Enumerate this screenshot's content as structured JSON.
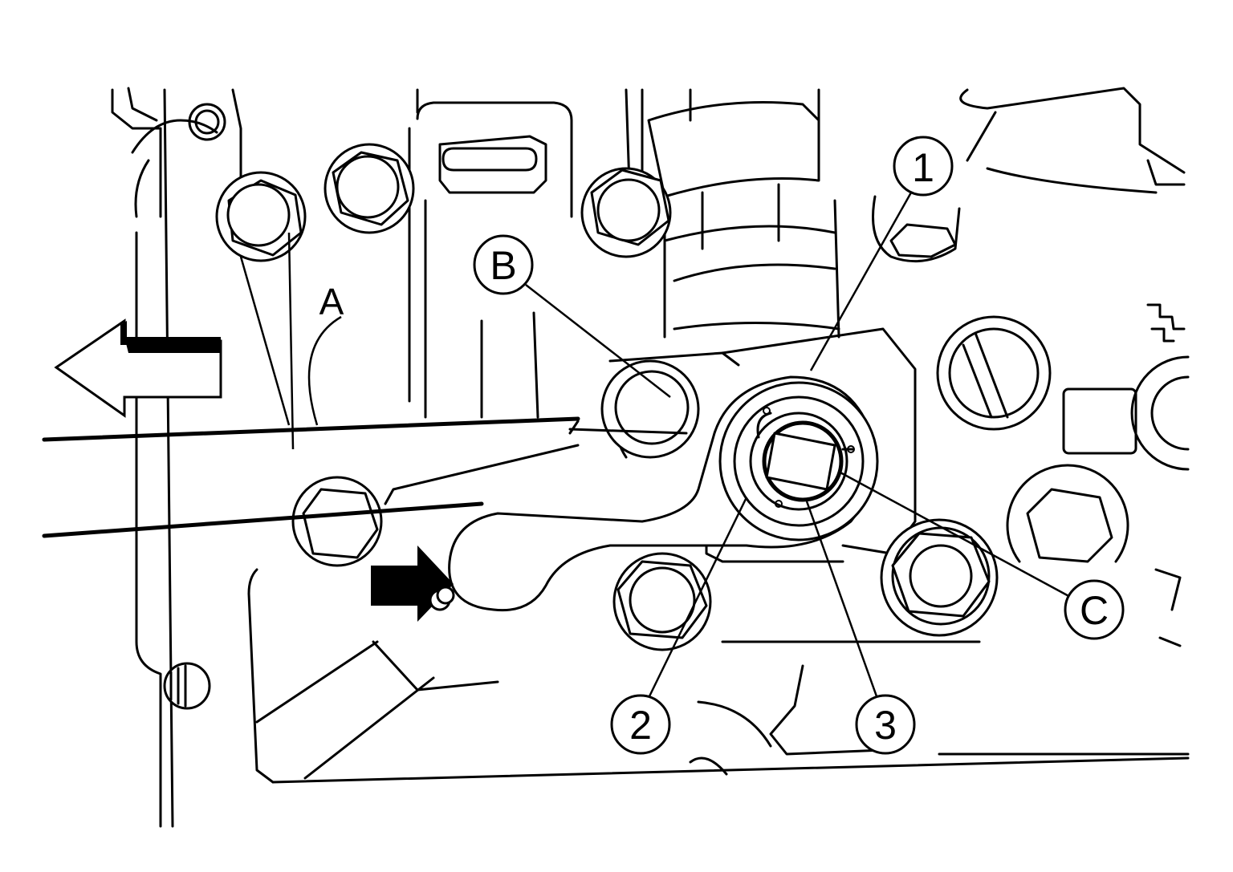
{
  "callouts": {
    "one": "1",
    "two": "2",
    "three": "3",
    "b": "B",
    "c": "C"
  },
  "labels": {
    "a": "A"
  },
  "icons": {
    "direction_arrow": "left-arrow-icon",
    "motion_arrow": "right-arrow-icon"
  }
}
